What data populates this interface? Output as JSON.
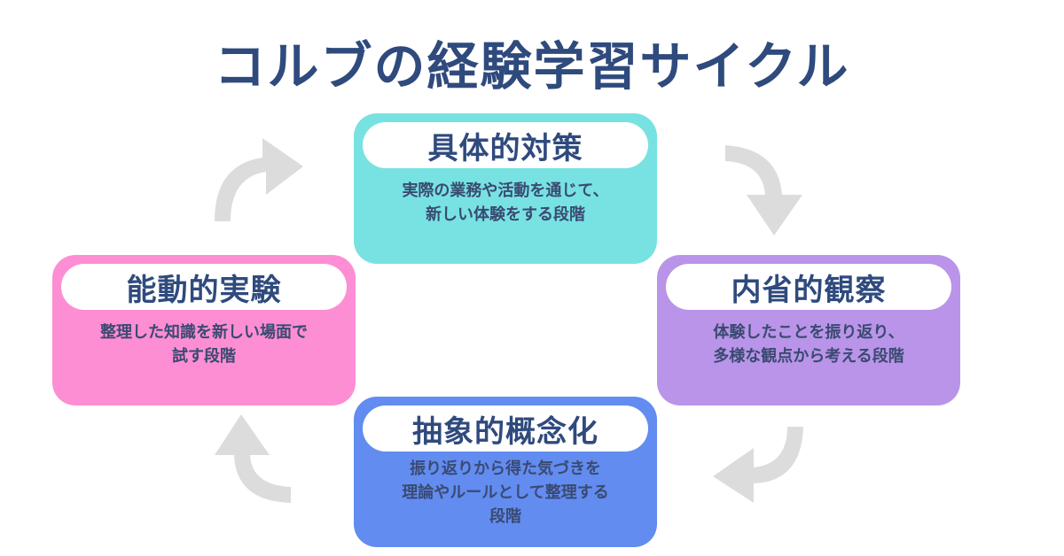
{
  "title": "コルブの経験学習サイクル",
  "stages": {
    "top": {
      "heading": "具体的対策",
      "description_lines": [
        "実際の業務や活動を通じて、",
        "新しい体験をする段階"
      ],
      "color": "#78e2e2"
    },
    "right": {
      "heading": "内省的観察",
      "description_lines": [
        "体験したことを振り返り、",
        "多様な観点から考える段階"
      ],
      "color": "#b994e8"
    },
    "bottom": {
      "heading": "抽象的概念化",
      "description_lines": [
        "振り返りから得た気づきを",
        "理論やルールとして整理する",
        "段階"
      ],
      "color": "#628cf0"
    },
    "left": {
      "heading": "能動的実験",
      "description_lines": [
        "整理した知識を新しい場面で",
        "試す段階"
      ],
      "color": "#fe8ed3"
    }
  },
  "arrows": {
    "color": "#dcdcdc",
    "icons": [
      "curved-arrow-top-left",
      "curved-arrow-top-right",
      "curved-arrow-bottom-right",
      "curved-arrow-bottom-left"
    ]
  },
  "text_colors": {
    "title": "#2f4a7d",
    "description": "#3a4a72"
  }
}
